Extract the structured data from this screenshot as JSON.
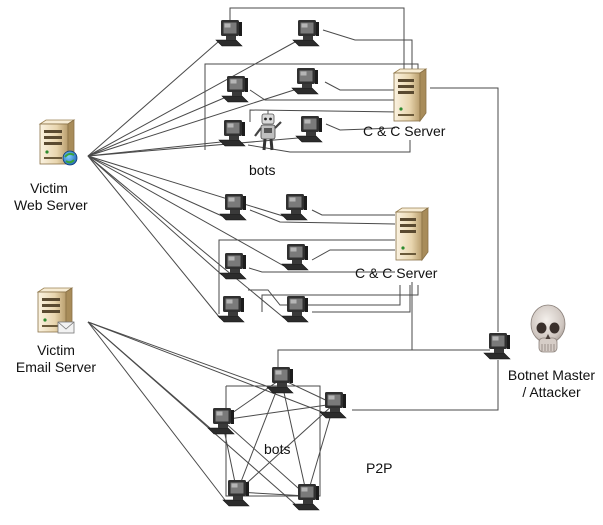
{
  "labels": {
    "victim_web_server": [
      "Victim",
      "Web Server"
    ],
    "victim_email_server": [
      "Victim",
      "Email Server"
    ],
    "cc_server_1": "C & C Server",
    "cc_server_2": "C & C Server",
    "bots_upper": "bots",
    "bots_lower": "bots",
    "p2p": "P2P",
    "botnet_master": [
      "Botnet Master",
      "/ Attacker"
    ]
  },
  "icons": {
    "computer": "computer-icon",
    "server": "server-icon",
    "web_server": "web-server-icon",
    "email_server": "email-server-icon",
    "robot": "robot-icon",
    "skull": "skull-icon"
  },
  "colors": {
    "line": "#4a4a4a",
    "server_body": "#e9d9b8",
    "monitor_frame": "#303030",
    "screen": "#7a7a7a"
  }
}
